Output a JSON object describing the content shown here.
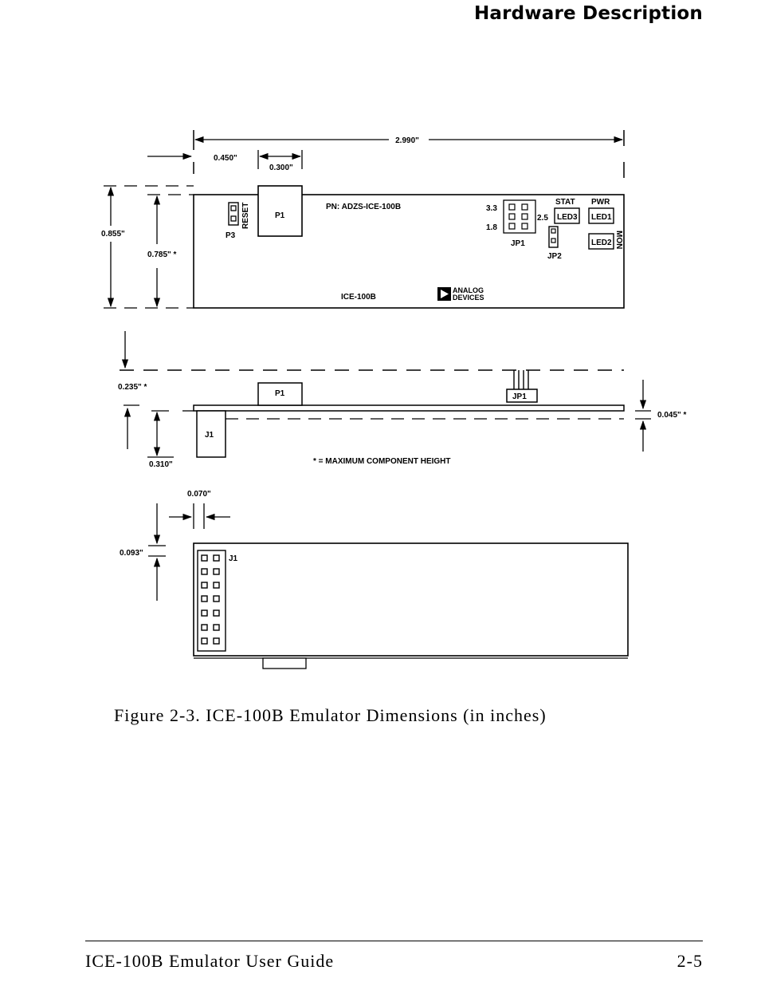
{
  "header": {
    "title": "Hardware Description"
  },
  "figure": {
    "top_view": {
      "dim_overall_width": "2.990\"",
      "dim_p1_offset": "0.450\"",
      "dim_p1_width": "0.300\"",
      "dim_board_height": "0.855\"",
      "dim_component_area": "0.785\" *",
      "p3": "P3",
      "reset": "RESET",
      "p1": "P1",
      "part_number": "PN: ADZS-ICE-100B",
      "v33": "3.3",
      "v18": "1.8",
      "v25": "2.5",
      "jp1": "JP1",
      "jp2": "JP2",
      "stat": "STAT",
      "pwr": "PWR",
      "led3": "LED3",
      "led1": "LED1",
      "led2": "LED2",
      "mon": "MON",
      "board_name": "ICE-100B",
      "logo_line1": "ANALOG",
      "logo_line2": "DEVICES"
    },
    "side_view": {
      "dim_height": "0.235\" *",
      "dim_j1_depth": "0.310\"",
      "dim_board_thickness": "0.045\" *",
      "p1": "P1",
      "jp1": "JP1",
      "j1": "J1",
      "note": "* = MAXIMUM COMPONENT HEIGHT"
    },
    "bottom_view": {
      "dim_edge_offset": "0.070\"",
      "dim_vertical_offset": "0.093\"",
      "j1": "J1"
    }
  },
  "caption": "Figure 2-3. ICE-100B Emulator Dimensions (in inches)",
  "footer": {
    "left": "ICE-100B Emulator User Guide",
    "right": "2-5"
  }
}
